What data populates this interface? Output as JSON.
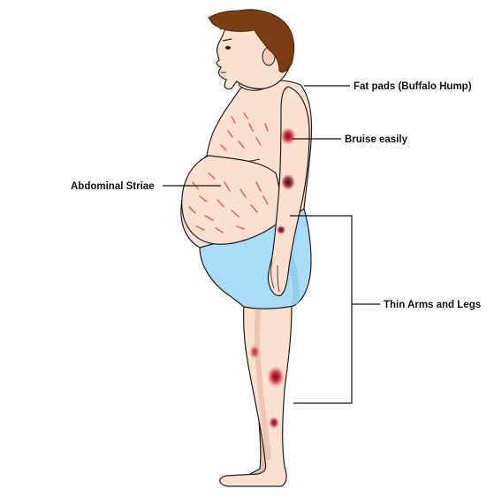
{
  "labels": {
    "fat_pads": "Fat pads (Buffalo Hump)",
    "bruise": "Bruise easily",
    "striae": "Abdominal Striae",
    "thin_limbs": "Thin Arms and Legs"
  },
  "colors": {
    "skin": "#fbe0d0",
    "skin_shadow": "#e9bfa8",
    "outline": "#1e1e1e",
    "hair": "#7a3d14",
    "shorts": "#a9dcf6",
    "shorts_shadow": "#8cc8ea",
    "striae": "#d9472f",
    "bruise": "#c0152a",
    "leader": "#111111"
  },
  "icons": {
    "figure": "patient-side-profile-illustration"
  }
}
